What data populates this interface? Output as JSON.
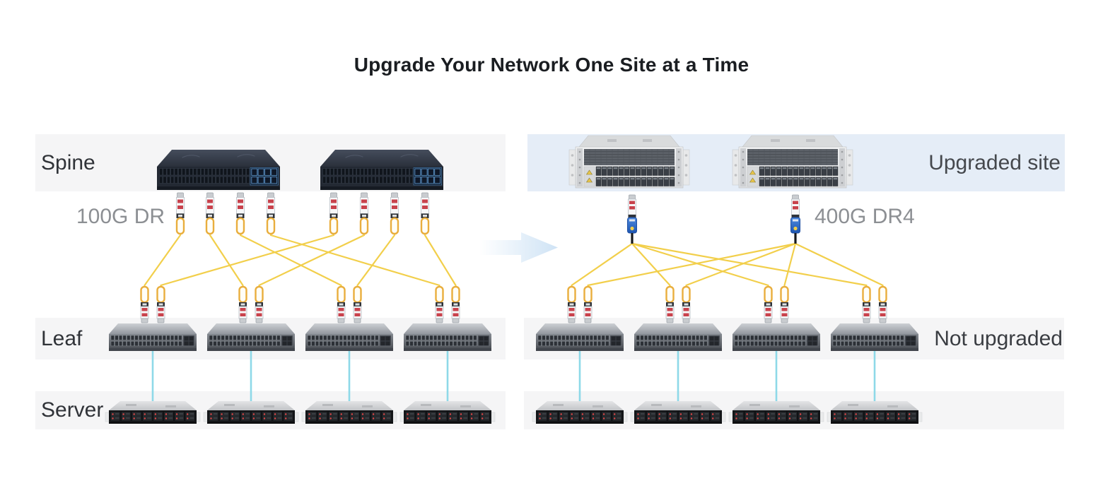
{
  "title": "Upgrade Your Network One Site at a Time",
  "row_labels": {
    "spine": "Spine",
    "leaf": "Leaf",
    "server": "Server"
  },
  "left_site": {
    "optic_label": "100G DR",
    "spine_count": 2,
    "spine_optic_count": 8,
    "leaf_count": 4,
    "server_count": 4,
    "links": [
      [
        0,
        0,
        0
      ],
      [
        1,
        1,
        0
      ],
      [
        2,
        2,
        0
      ],
      [
        3,
        3,
        0
      ],
      [
        4,
        0,
        1
      ],
      [
        5,
        1,
        1
      ],
      [
        6,
        2,
        1
      ],
      [
        7,
        3,
        1
      ]
    ]
  },
  "right_site": {
    "site_label": "Upgraded site",
    "leaf_note": "Not upgraded",
    "optic_label": "400G DR4",
    "spine_count": 2,
    "optic_count": 2,
    "leaf_count": 4,
    "server_count": 4,
    "links": [
      [
        0,
        0,
        0
      ],
      [
        0,
        1,
        0
      ],
      [
        0,
        2,
        0
      ],
      [
        0,
        3,
        0
      ],
      [
        1,
        0,
        1
      ],
      [
        1,
        1,
        1
      ],
      [
        1,
        2,
        1
      ],
      [
        1,
        3,
        1
      ]
    ]
  },
  "colors": {
    "title_color": "#1A1D21",
    "row_label": "#303338",
    "optic_label_gray": "#8C8F93",
    "upgraded_label": "#45484D",
    "not_upgraded_label": "#3A3D42",
    "band_gray": "#F5F5F6",
    "band_blue": "#E5EDF7",
    "fiber_yellow": "#F2CF4B",
    "dac_cyan": "#8ED9E8",
    "optic_100g_boot": "#E9AE3D",
    "optic_400g_boot": "#2F72CF",
    "optic_stripe_red": "#C8424C",
    "led_red": "#E04747",
    "arrow_blue": "#CFE3F5"
  }
}
